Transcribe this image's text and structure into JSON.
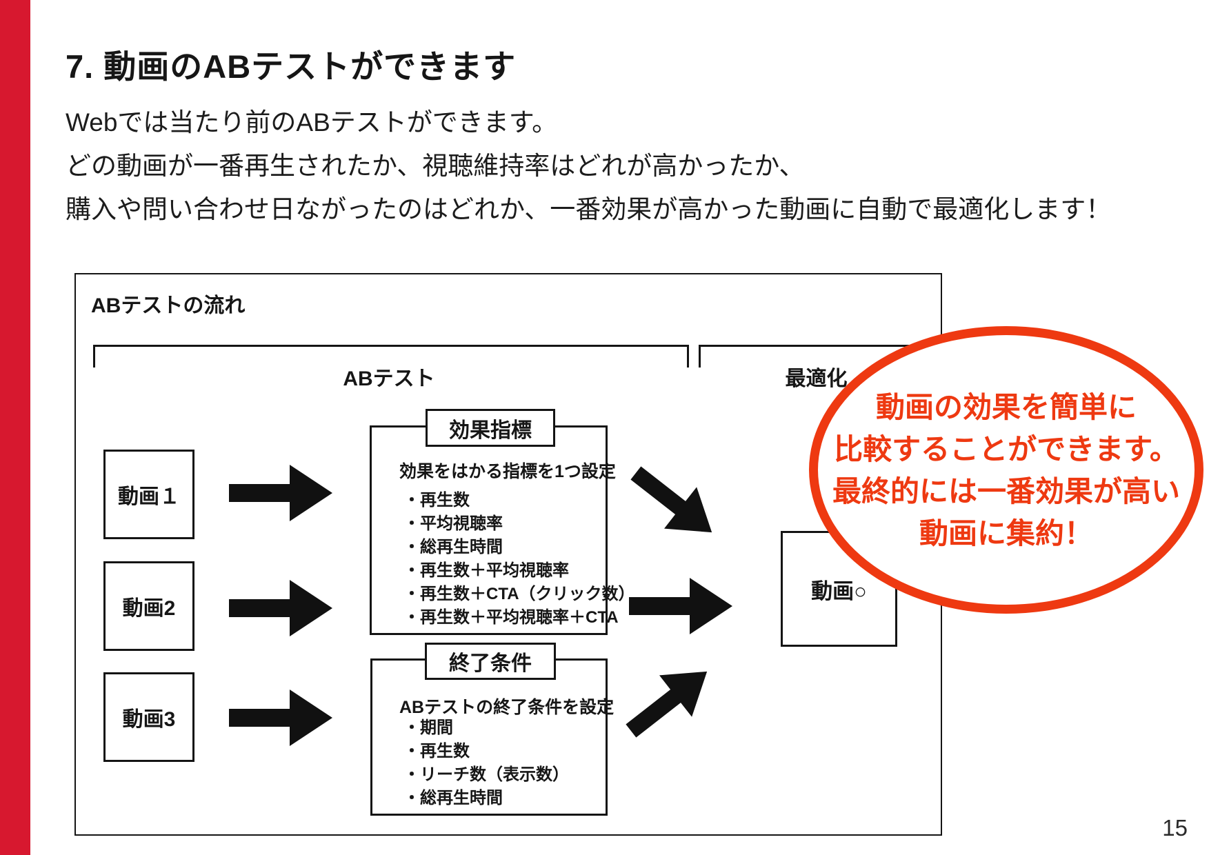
{
  "title": "7. 動画のABテストができます",
  "intro": {
    "line1": "Webでは当たり前のABテストができます。",
    "line2": "どの動画が一番再生されたか、視聴維持率はどれが高かったか、",
    "line3": "購入や問い合わせ日ながったのはどれか、一番効果が高かった動画に自動で最適化します！"
  },
  "diagram": {
    "title": "ABテストの流れ",
    "phase_ab_label": "ABテスト",
    "phase_opt_label": "最適化",
    "videos": [
      "動画１",
      "動画2",
      "動画3"
    ],
    "metrics": {
      "header": "効果指標",
      "subtitle": "効果をはかる指標を1つ設定",
      "items": [
        "・再生数",
        "・平均視聴率",
        "・総再生時間",
        "・再生数＋平均視聴率",
        "・再生数＋CTA（クリック数）",
        "・再生数＋平均視聴率＋CTA"
      ]
    },
    "end_conditions": {
      "header": "終了条件",
      "subtitle": "ABテストの終了条件を設定",
      "items": [
        "・期間",
        "・再生数",
        "・リーチ数（表示数）",
        "・総再生時間"
      ]
    },
    "result_video": "動画○"
  },
  "callout": {
    "line1": "動画の効果を簡単に",
    "line2": "比較することができます。",
    "line3": "最終的には一番効果が高い",
    "line4": "動画に集約！"
  },
  "page": {
    "number": "15"
  },
  "colors": {
    "accent_red": "#d7182f",
    "callout_red": "#ee3911",
    "ink": "#141414"
  }
}
